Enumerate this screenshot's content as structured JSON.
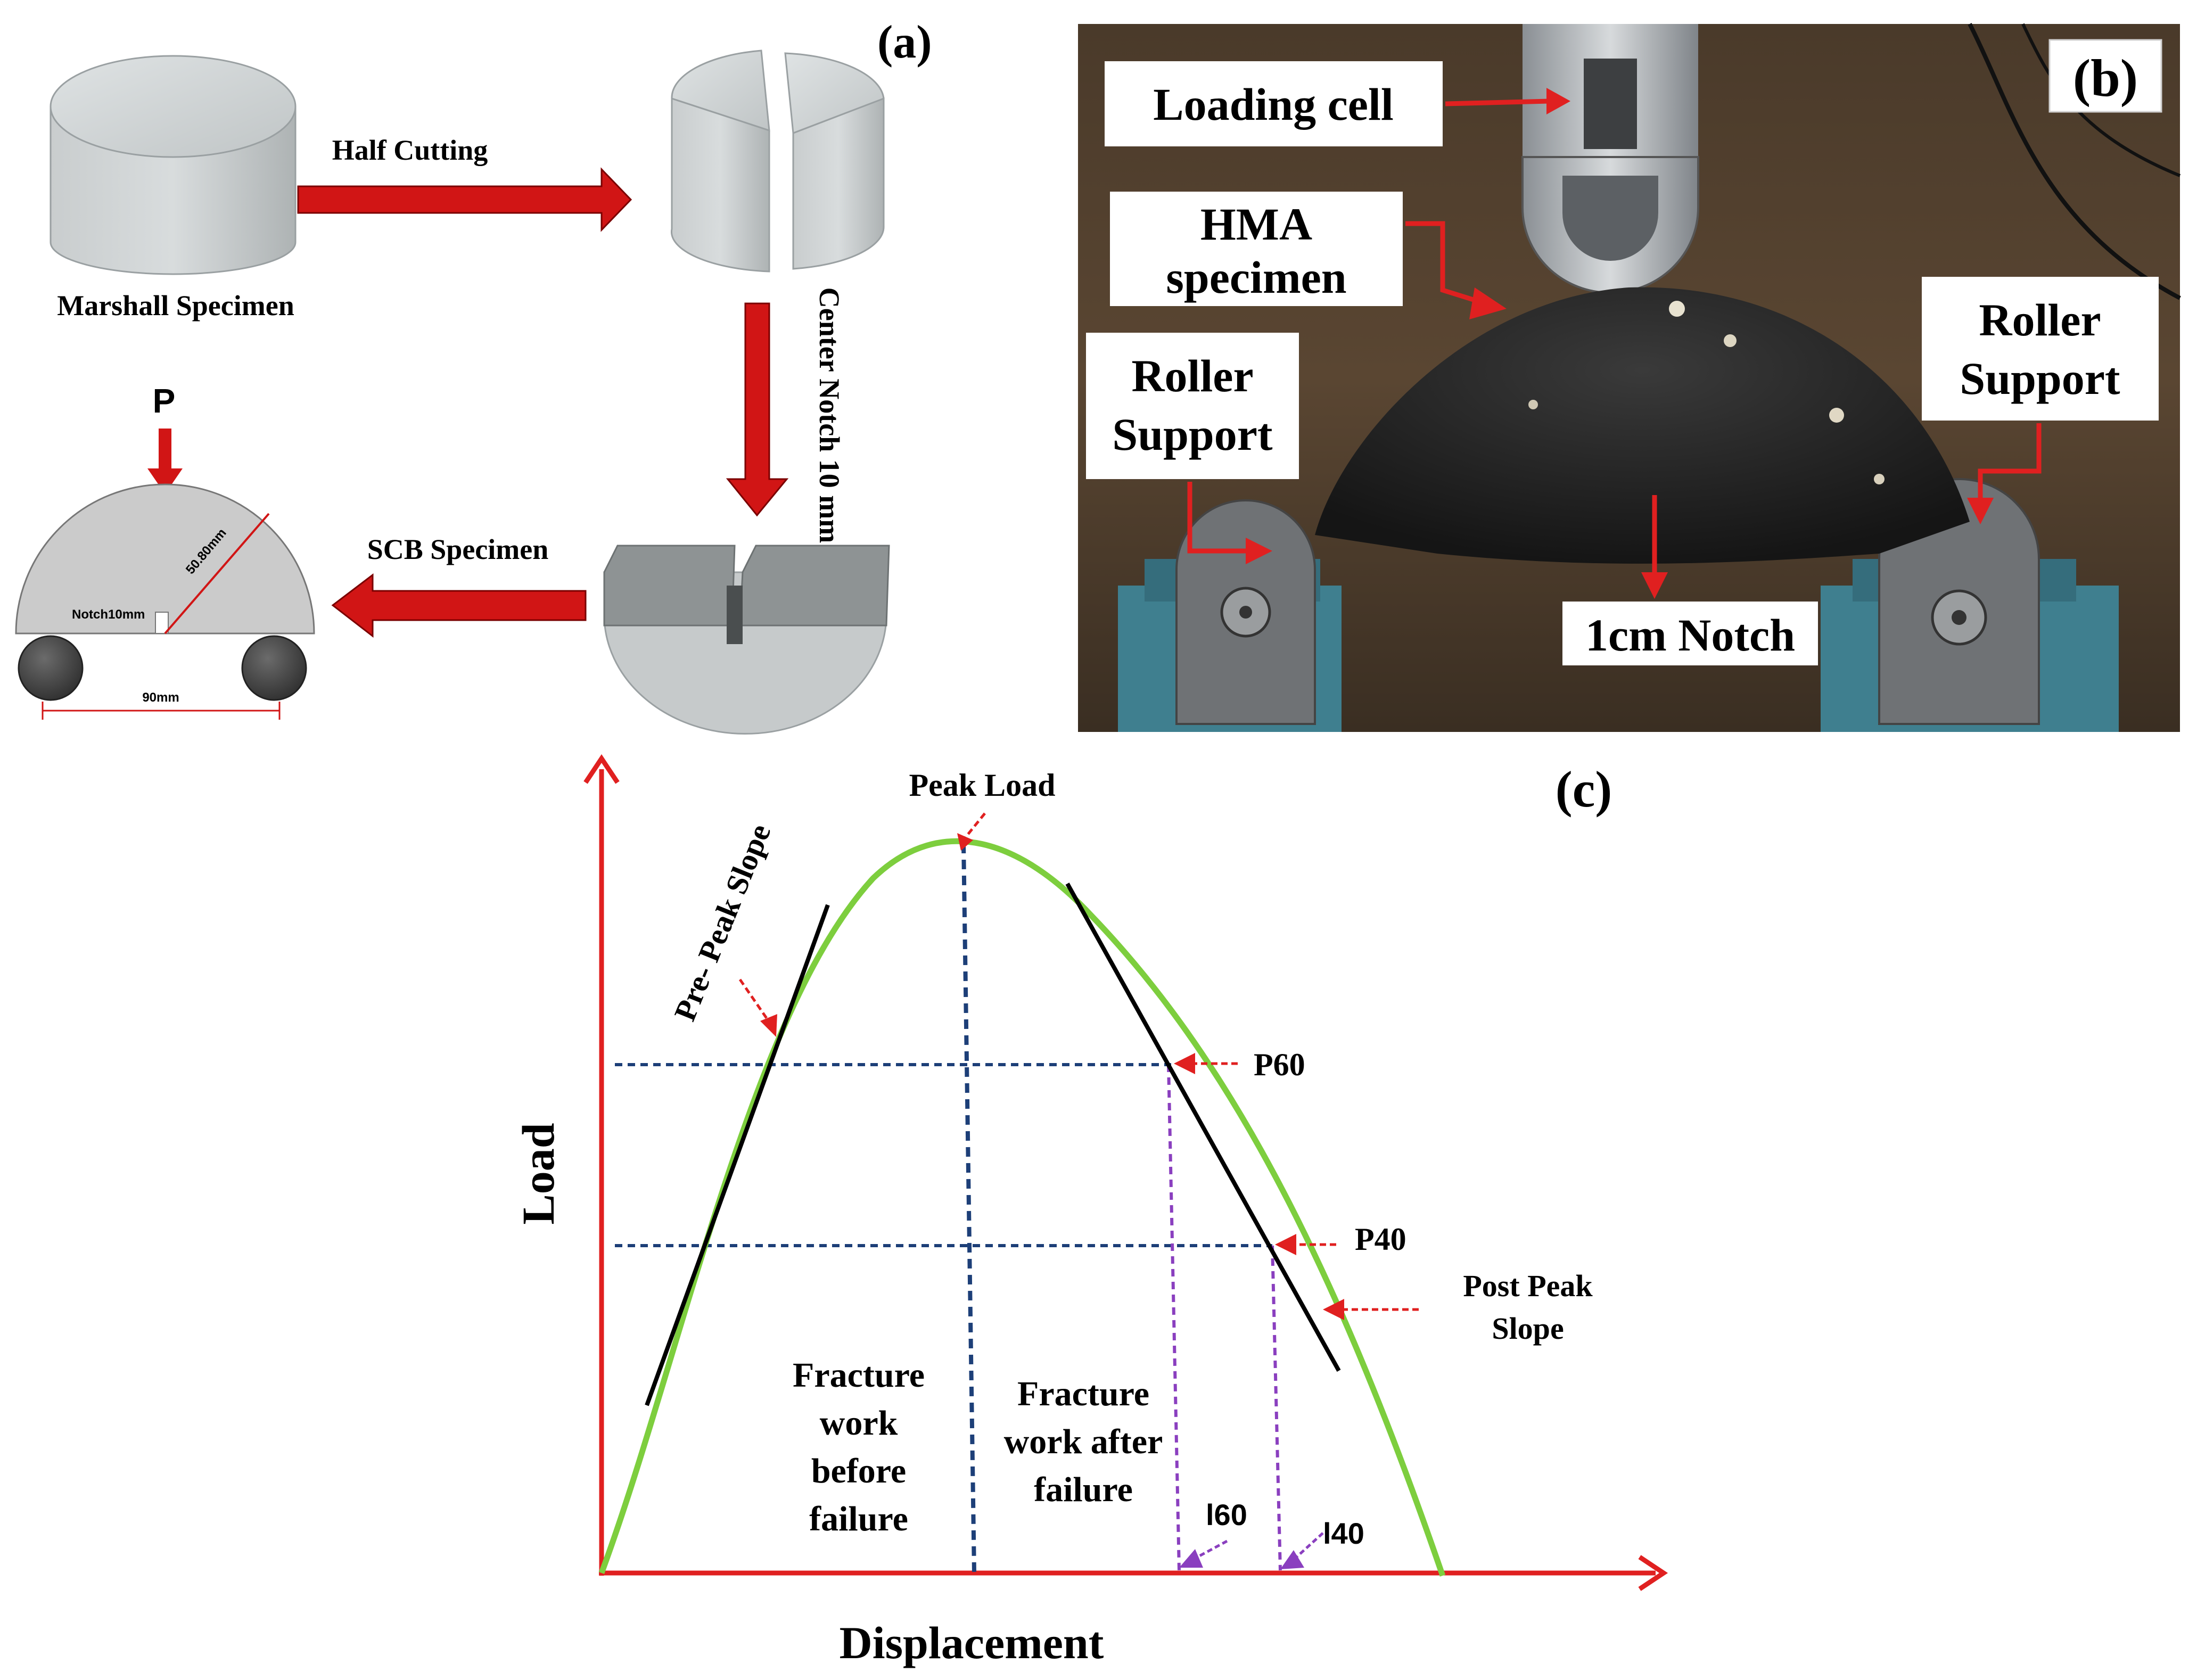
{
  "colors": {
    "arrow_red": "#d11515",
    "annot_red": "#e02020",
    "curve_green": "#7dce3e",
    "tangent_black": "#000000",
    "dash_blue": "#1d3f78",
    "dash_purple": "#8a3fbf",
    "specimen_gray": "#c4c8c9",
    "roller_dark": "#555555"
  },
  "panel_a": {
    "label": "(a)",
    "marshall_caption": "Marshall Specimen",
    "step1": "Half Cutting",
    "step2": "Center Notch 10 mm",
    "step3": "SCB Specimen",
    "load_symbol": "P",
    "radius_label": "50.80mm",
    "notch_label": "Notch10mm",
    "span_label": "90mm"
  },
  "panel_b": {
    "label": "(b)",
    "loading_cell": "Loading cell",
    "hma_line1": "HMA",
    "hma_line2": "specimen",
    "roller_line1": "Roller",
    "roller_line2": "Support",
    "notch": "1cm Notch"
  },
  "panel_c": {
    "label": "(c)",
    "y_axis_label": "Load",
    "x_axis_label": "Displacement",
    "peak_load": "Peak Load",
    "pre_peak_slope": "Pre- Peak Slope",
    "p60": "P60",
    "p40": "P40",
    "post_peak_line1": "Post Peak",
    "post_peak_line2": "Slope",
    "fw_before": [
      "Fracture",
      "work",
      "before",
      "failure"
    ],
    "fw_after": [
      "Fracture",
      "work after",
      "failure"
    ],
    "l60": "l60",
    "l40": "l40"
  }
}
